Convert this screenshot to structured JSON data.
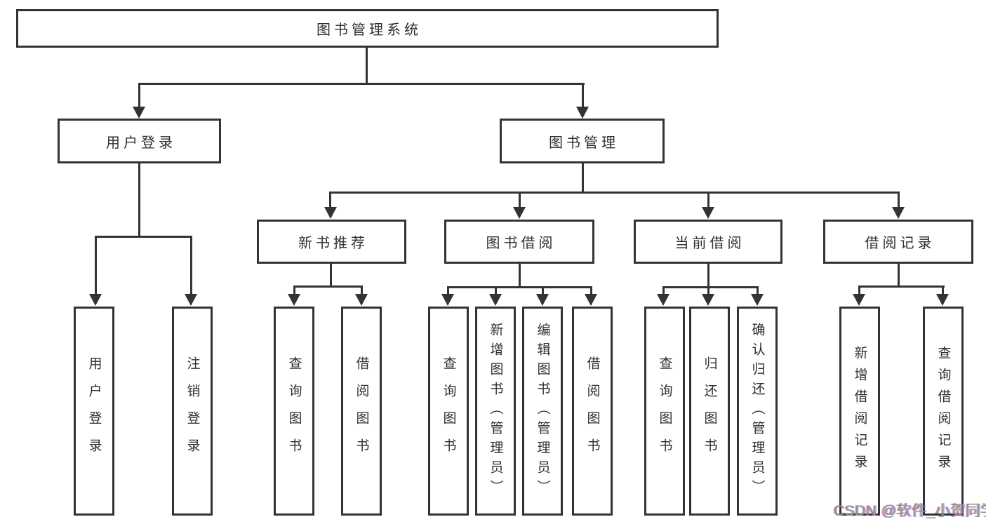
{
  "diagram": {
    "root": {
      "label": "图书管理系统"
    },
    "level2": [
      {
        "label": "用户登录"
      },
      {
        "label": "图书管理"
      }
    ],
    "level3": [
      {
        "label": "新书推荐"
      },
      {
        "label": "图书借阅"
      },
      {
        "label": "当前借阅"
      },
      {
        "label": "借阅记录"
      }
    ],
    "leaves": [
      {
        "label": "用户登录"
      },
      {
        "label": "注销登录"
      },
      {
        "label": "查询图书"
      },
      {
        "label": "借阅图书"
      },
      {
        "label": "查询图书"
      },
      {
        "label": "新增图书（管理员）"
      },
      {
        "label": "编辑图书（管理员）"
      },
      {
        "label": "借阅图书"
      },
      {
        "label": "查询图书"
      },
      {
        "label": "归还图书"
      },
      {
        "label": "确认归还（管理员）"
      },
      {
        "label": "新增借阅记录"
      },
      {
        "label": "查询借阅记录"
      }
    ],
    "watermark": "CSDN @软件_小贺同学",
    "colors": {
      "line": "#333333",
      "text": "#2f2f2f",
      "watermark": "#8f8f8f",
      "background": "#ffffff"
    }
  }
}
